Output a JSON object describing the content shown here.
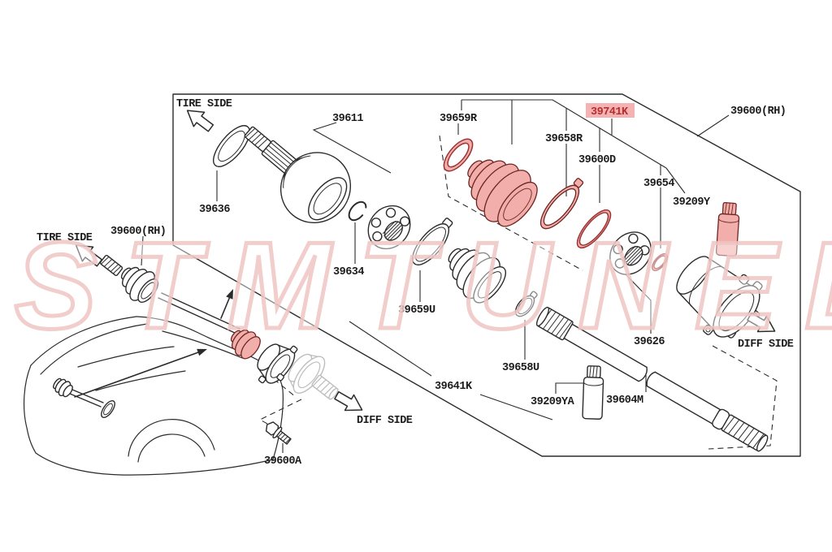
{
  "watermark": "STMTUNED",
  "highlighted_part": "39741K",
  "colors": {
    "line": "#2b2b2b",
    "highlight_fill": "#f2aeaa",
    "highlight_stroke": "#6e2420",
    "ring_red": "#9c3434",
    "label_highlight_bg": "#f6b2b2",
    "label_highlight_text": "#b23030",
    "ghost": "#bdbdbd",
    "watermark_pink": "#eec4c2",
    "label_text": "#1c1c1c"
  },
  "directions": {
    "tire_side_top": "TIRE SIDE",
    "tire_side_left": "TIRE SIDE",
    "diff_side_right": "DIFF SIDE",
    "diff_side_mid": "DIFF SIDE"
  },
  "parts": {
    "p39611": "39611",
    "p39659R": "39659R",
    "p39741K": "39741K",
    "p39658R": "39658R",
    "p39600D": "39600D",
    "p39600RH_top": "39600(RH)",
    "p39654": "39654",
    "p39209Y": "39209Y",
    "p39636": "39636",
    "p39600RH_left": "39600(RH)",
    "p39634": "39634",
    "p39659U": "39659U",
    "p39658U": "39658U",
    "p39641K": "39641K",
    "p39209YA": "39209YA",
    "p39604M": "39604M",
    "p39626": "39626",
    "p39600A": "39600A"
  }
}
